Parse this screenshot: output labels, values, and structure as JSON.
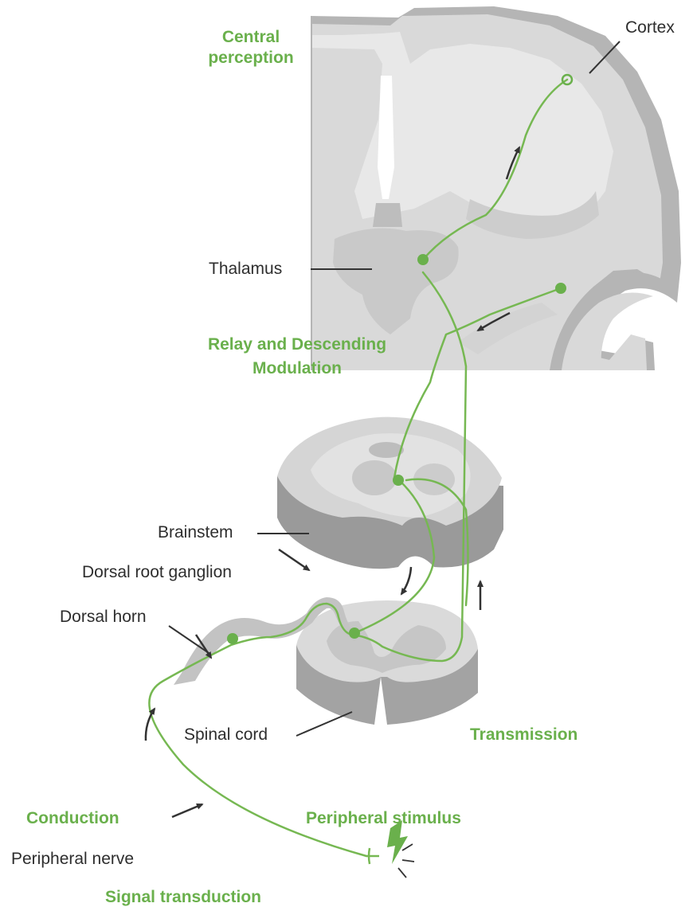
{
  "labels": {
    "central_perception": "Central\nperception",
    "cortex": "Cortex",
    "thalamus": "Thalamus",
    "relay": "Relay and Descending\nModulation",
    "brainstem": "Brainstem",
    "dorsal_root_ganglion": "Dorsal root ganglion",
    "dorsal_horn": "Dorsal horn",
    "spinal_cord": "Spinal cord",
    "transmission": "Transmission",
    "conduction": "Conduction",
    "peripheral_stimulus": "Peripheral stimulus",
    "peripheral_nerve": "Peripheral nerve",
    "signal_transduction": "Signal transduction"
  },
  "colors": {
    "pathway": "#76b852",
    "label_green": "#6ab04c",
    "label_dark": "#2e2e2e",
    "tissue_light": "#e3e3e3",
    "tissue_mid": "#cfcfcf",
    "tissue_dark": "#b0b0b0",
    "arrow": "#333333"
  },
  "icons": [
    "lightning-bolt-icon",
    "flow-arrow-icon",
    "neuron-cell-body-dot"
  ]
}
